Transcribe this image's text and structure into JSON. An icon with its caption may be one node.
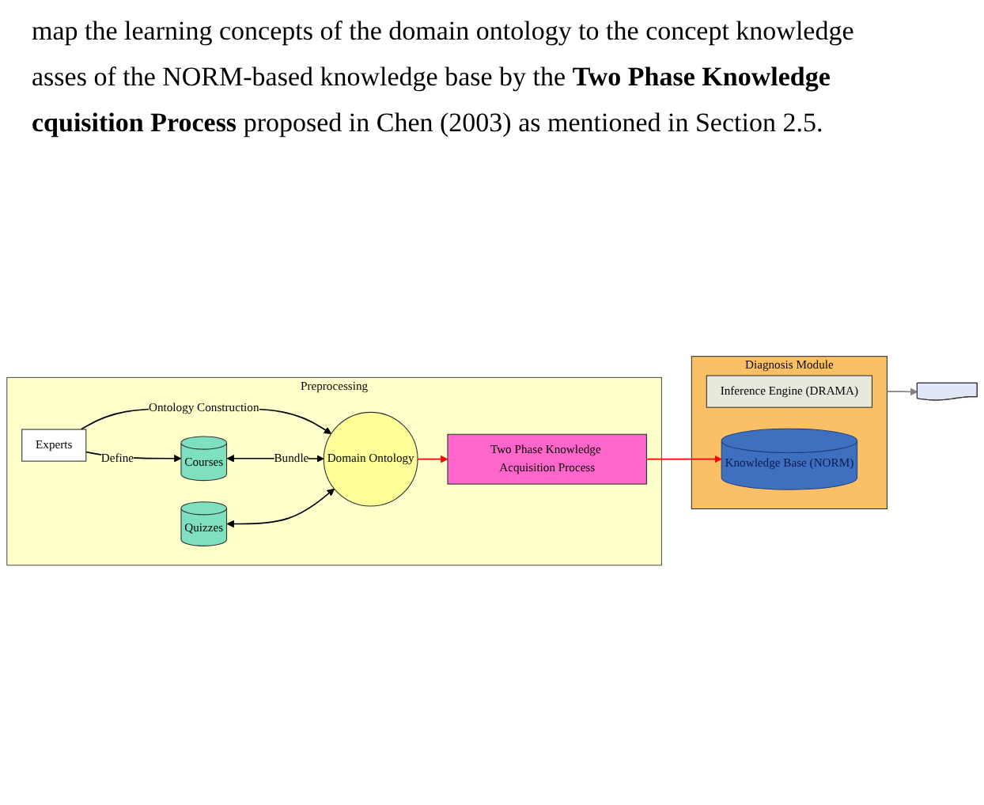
{
  "diagram": {
    "nodes": [
      {
        "text": [
          "Preprocessing"
        ]
      },
      {
        "text": [
          "Experts"
        ],
        "in": 0
      },
      {
        "text": [
          "Courses"
        ],
        "in": 0
      },
      {
        "text": [
          "Quizzes"
        ],
        "in": 0
      },
      {
        "text": [
          "Domain Ontology"
        ],
        "in": 0
      },
      {
        "text": [
          "Two Phase Knowledge Acquisition Process"
        ],
        "in": 0
      },
      {
        "text": [
          "Diagnosis Module"
        ]
      },
      {
        "text": [
          "Inference Engine (DRAMA)"
        ],
        "in": 6
      },
      {
        "text": [
          "Knowledge Base (NORM)"
        ],
        "in": 6
      },
      {
        "text": [],
        "shape": "document"
      }
    ],
    "edges": [
      {
        "from": 1,
        "to": 2,
        "arrow": "to",
        "label": "Define"
      },
      {
        "from": 1,
        "to": 4,
        "arrow": "to",
        "label": "Ontology Construction"
      },
      {
        "from": 2,
        "to": 4,
        "arrow": "both",
        "label": "Bundle"
      },
      {
        "from": 3,
        "to": 4,
        "arrow": "both"
      },
      {
        "from": 4,
        "to": 5,
        "arrow": "to",
        "color": "#ff0000"
      },
      {
        "from": 5,
        "to": 8,
        "arrow": "to",
        "color": "#ff0000"
      },
      {
        "from": 6,
        "to": 9,
        "arrow": "to",
        "color": "#808080"
      }
    ],
    "labels": [
      "map the learning concepts of the domain ontology to the concept knowledge",
      "asses of the NORM-based knowledge base by the **Two Phase Knowledge**",
      "**cquisition Process** proposed in Chen (2003) as mentioned in Section 2.5."
    ]
  }
}
